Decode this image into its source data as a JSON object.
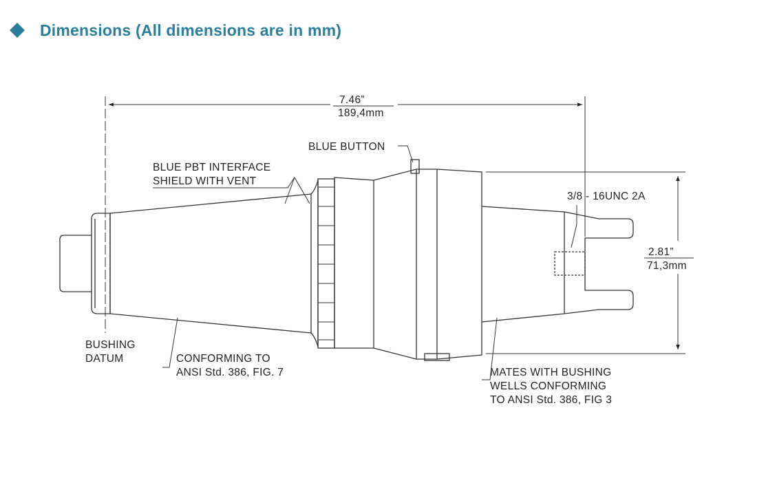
{
  "header": {
    "title": "Dimensions (All dimensions are in mm)",
    "bullet_icon": "diamond-icon",
    "accent_color": "#2a7f9e"
  },
  "dimensions": {
    "length_in": "7.46”",
    "length_mm": "189,4mm",
    "diameter_in": "2.81”",
    "diameter_mm": "71,3mm"
  },
  "labels": {
    "blue_button": "BLUE BUTTON",
    "shield_line1": "BLUE PBT INTERFACE",
    "shield_line2": "SHIELD WITH VENT",
    "thread": "3/8 - 16UNC 2A",
    "datum_line1": "BUSHING",
    "datum_line2": "DATUM",
    "conform_line1": "CONFORMING TO",
    "conform_line2": "ANSI Std. 386, FIG. 7",
    "mates_line1": "MATES WITH BUSHING",
    "mates_line2": "WELLS CONFORMING",
    "mates_line3": "TO ANSI Std. 386, FIG 3"
  }
}
